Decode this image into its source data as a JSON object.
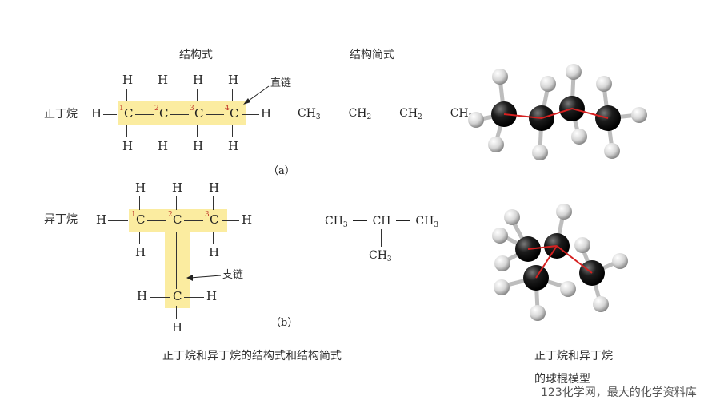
{
  "header": {
    "structural": "结构式",
    "condensed": "结构简式"
  },
  "nbutane": {
    "name": "正丁烷",
    "carbons": [
      "C",
      "C",
      "C",
      "C"
    ],
    "numbers": [
      "1",
      "2",
      "3",
      "4"
    ],
    "h": "H",
    "annotation": "直链",
    "panel": "（a）",
    "condensed": {
      "ch3": "CH",
      "ch2": "CH",
      "sub3": "3",
      "sub2": "2"
    }
  },
  "isobutane": {
    "name": "异丁烷",
    "carbons": [
      "C",
      "C",
      "C",
      "C"
    ],
    "numbers": [
      "1",
      "2",
      "3"
    ],
    "h": "H",
    "annotation": "支链",
    "panel": "（b）",
    "condensed": {
      "ch3": "CH",
      "ch": "CH",
      "sub3": "3"
    }
  },
  "captions": {
    "left": "正丁烷和异丁烷的结构式和结构简式",
    "right_line1": "正丁烷和异丁烷",
    "right_line2": "的球棍模型"
  },
  "watermark": "123化学网，最大的化学资料库",
  "colors": {
    "highlight": "#fbeca0",
    "number": "#c0392b",
    "bond3d": "#d62020",
    "carbon": "#1a1a1a",
    "hydrogen": "#e8e8e8"
  }
}
